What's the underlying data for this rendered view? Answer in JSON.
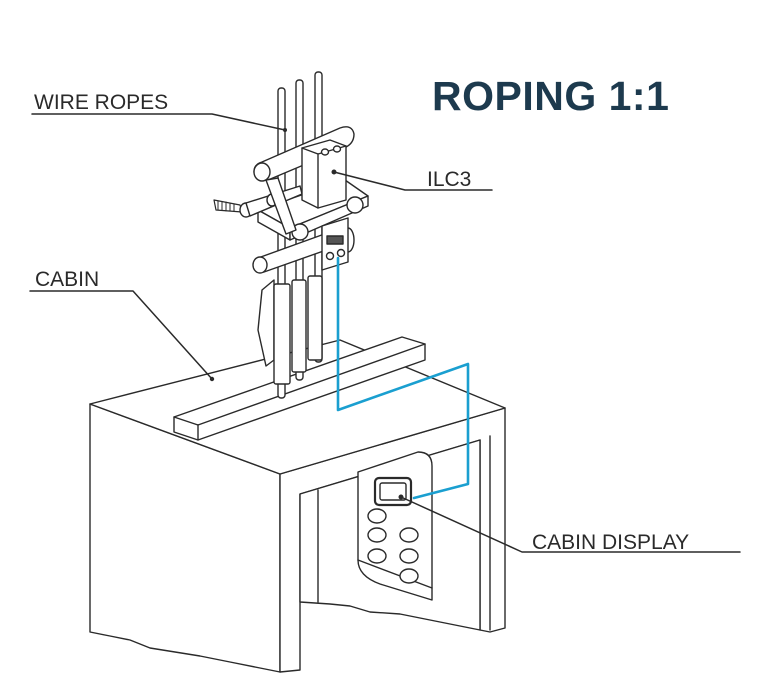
{
  "diagram": {
    "title": "ROPING 1:1",
    "labels": {
      "wire_ropes": "WIRE ROPES",
      "ilc3": "ILC3",
      "cabin": "CABIN",
      "cabin_display": "CABIN DISPLAY"
    },
    "colors": {
      "title": "#1d3a4e",
      "line": "#2a2a2a",
      "cable": "#1a9fd0"
    }
  }
}
